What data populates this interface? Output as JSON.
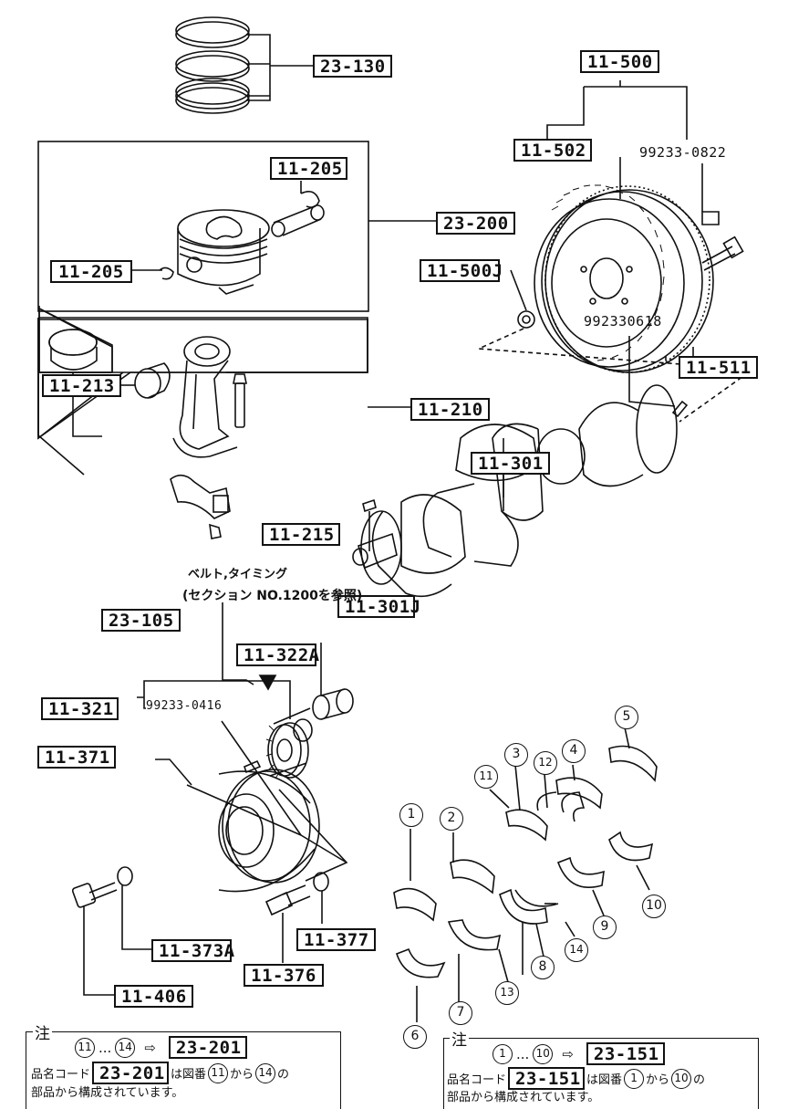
{
  "labels": {
    "l23_130": "23-130",
    "l11_500": "11-500",
    "l11_502": "11-502",
    "l11_205a": "11-205",
    "l11_205b": "11-205",
    "l23_200": "23-200",
    "l11_500J": "11-500J",
    "l11_511": "11-511",
    "l11_213": "11-213",
    "l11_210": "11-210",
    "l11_301": "11-301",
    "l11_215": "11-215",
    "l23_105": "23-105",
    "l11_301J": "11-301J",
    "l11_322A": "11-322A",
    "l11_321": "11-321",
    "l11_371": "11-371",
    "l11_373A": "11-373A",
    "l11_377": "11-377",
    "l11_376": "11-376",
    "l11_406": "11-406"
  },
  "part_numbers": {
    "p99233_0822": "99233-0822",
    "p992330618": "992330618",
    "p99233_0416": "99233-0416"
  },
  "reference_note": {
    "line1": "ベルト,タイミング",
    "line2": "(セクション NO.1200を参照)"
  },
  "bearing_callouts": [
    "1",
    "2",
    "3",
    "4",
    "5",
    "6",
    "7",
    "8",
    "9",
    "10",
    "11",
    "12",
    "13",
    "14"
  ],
  "note_left": {
    "title": "注",
    "range_start": "11",
    "ellipsis": "...",
    "range_end": "14",
    "arrow": "⇨",
    "target": "23-201",
    "text_a": "品名コード",
    "code": "23-201",
    "text_b": "は図番",
    "from": "11",
    "text_c": "から",
    "to": "14",
    "text_d": "の",
    "text_e": "部品から構成されています。"
  },
  "note_right": {
    "title": "注",
    "range_start": "1",
    "ellipsis": "...",
    "range_end": "10",
    "arrow": "⇨",
    "target": "23-151",
    "text_a": "品名コード",
    "code": "23-151",
    "text_b": "は図番",
    "from": "1",
    "text_c": "から",
    "to": "10",
    "text_d": "の",
    "text_e": "部品から構成されています。"
  }
}
